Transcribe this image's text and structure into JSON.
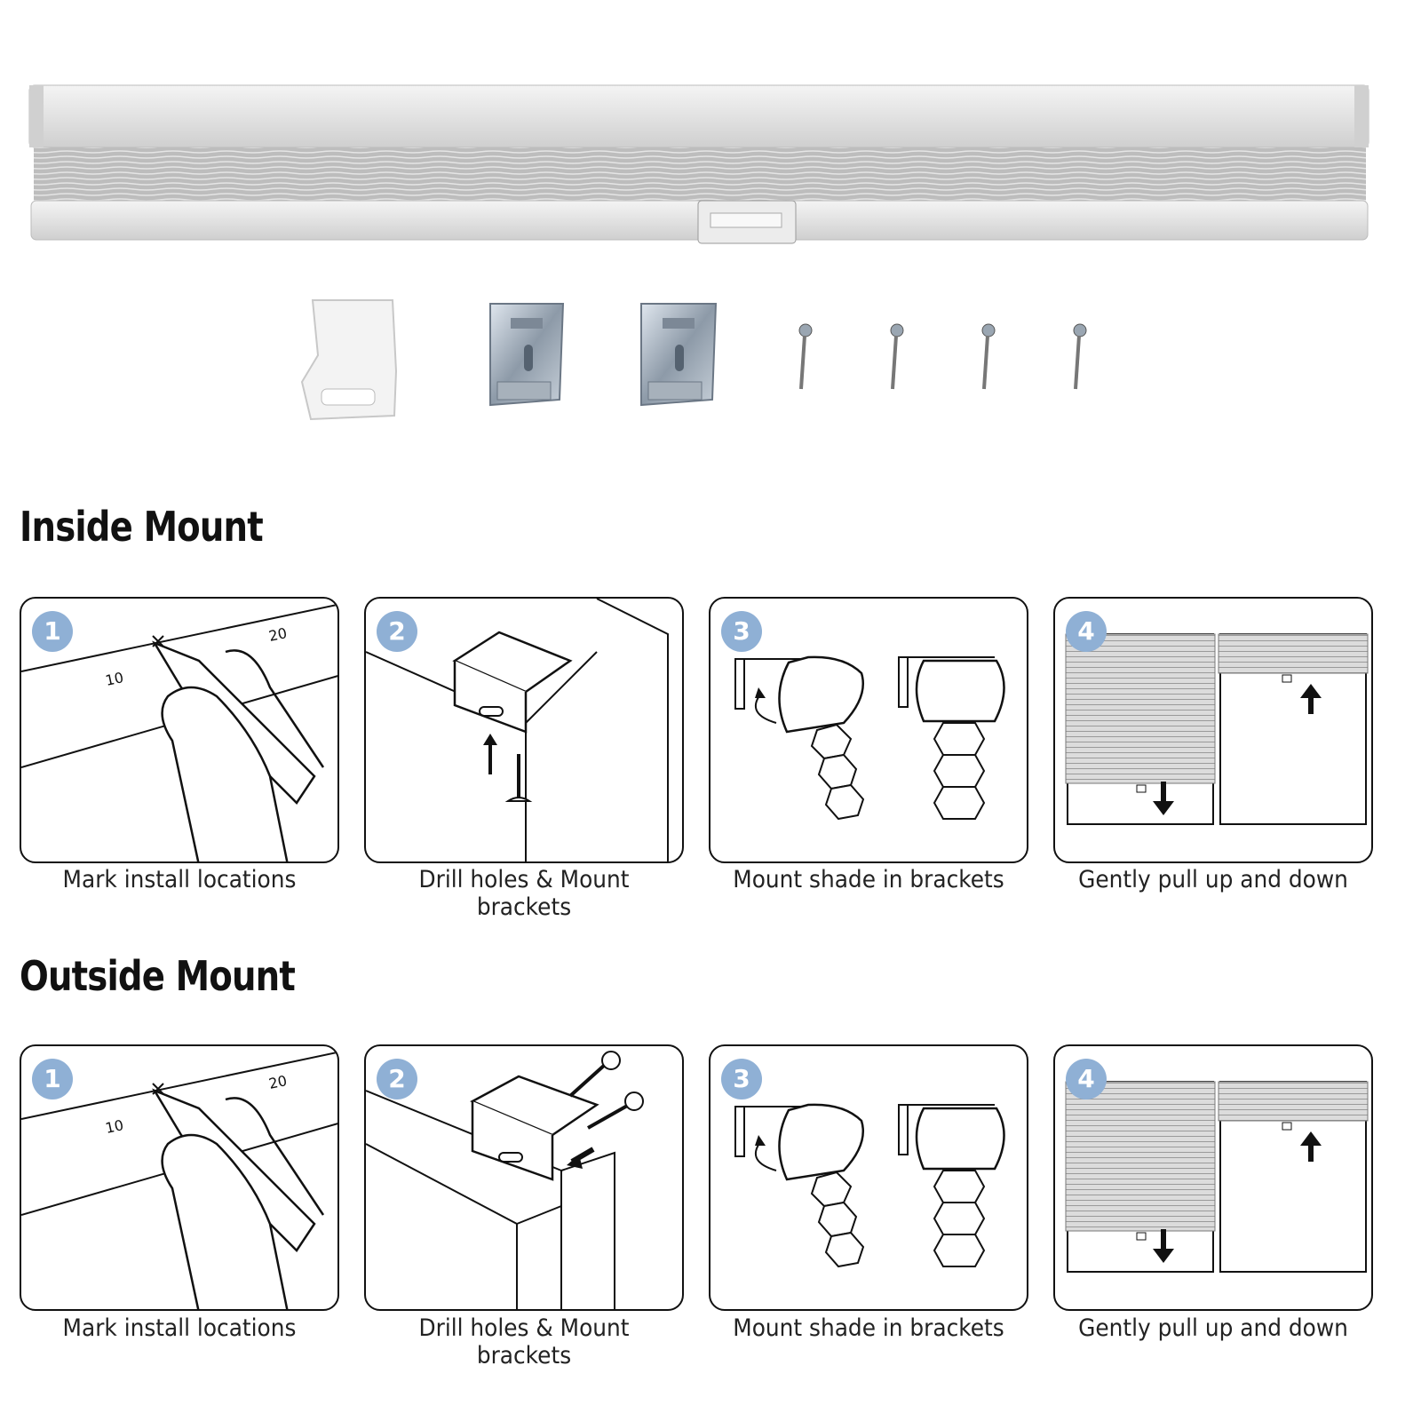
{
  "sections": [
    {
      "title": "Inside Mount",
      "steps": [
        {
          "number": "1",
          "caption": "Mark install locations"
        },
        {
          "number": "2",
          "caption": "Drill holes & Mount brackets"
        },
        {
          "number": "3",
          "caption": "Mount shade in brackets"
        },
        {
          "number": "4",
          "caption": "Gently pull up and down"
        }
      ]
    },
    {
      "title": "Outside Mount",
      "steps": [
        {
          "number": "1",
          "caption": "Mark install locations"
        },
        {
          "number": "2",
          "caption": "Drill holes & Mount brackets"
        },
        {
          "number": "3",
          "caption": "Mount shade in brackets"
        },
        {
          "number": "4",
          "caption": "Gently pull up and down"
        }
      ]
    }
  ],
  "ruler_marks": [
    "10",
    "20"
  ],
  "colors": {
    "badge": "#8fb0d5",
    "outline": "#111111",
    "rail": "#e6e6e6",
    "fabric": "#c9c9c9",
    "bracket": "#9aa8b5"
  },
  "icons": [
    "shade-headrail-icon",
    "clear-clip-icon",
    "metal-bracket-icon",
    "screw-icon"
  ]
}
